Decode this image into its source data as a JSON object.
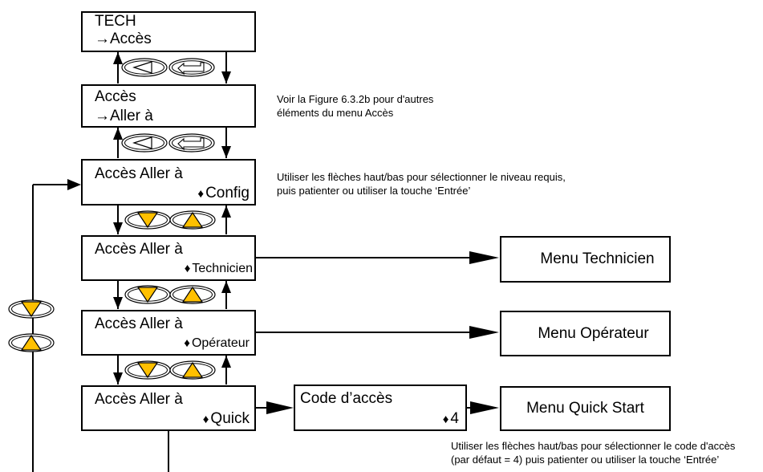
{
  "colors": {
    "key_fill": "#ffc000",
    "stroke": "#000000",
    "background": "#ffffff"
  },
  "boxes": {
    "tech": {
      "line1": "TECH",
      "line2": "→Accès"
    },
    "acces": {
      "line1": "Accès",
      "line2": "→Aller à"
    },
    "config": {
      "line1": "Accès Aller à",
      "value": "Config"
    },
    "technicien": {
      "line1": "Accès Aller à",
      "value": "Technicien"
    },
    "operateur": {
      "line1": "Accès Aller à",
      "value": "Opérateur"
    },
    "quick": {
      "line1": "Accès Aller à",
      "value": "Quick"
    },
    "code": {
      "line1": "Code d’accès",
      "value": "4"
    }
  },
  "updown_glyph": "♦",
  "menus": {
    "technicien": "Menu Technicien",
    "operateur": "Menu Opérateur",
    "quick_start": "Menu Quick Start"
  },
  "notes": {
    "acces_1": "Voir la Figure 6.3.2b pour d'autres",
    "acces_2": "éléments du menu Accès",
    "config_1": "Utiliser les flèches haut/bas pour sélectionner le niveau requis,",
    "config_2": "puis patienter ou utiliser la touche ‘Entrée’",
    "code_1": "Utiliser les flèches haut/bas pour sélectionner le code d'accès",
    "code_2": "(par défaut = 4) puis patienter ou utiliser la touche ‘Entrée’"
  },
  "keys": [
    "page-key-icon",
    "enter-key-icon",
    "down-arrow-key-icon",
    "up-arrow-key-icon"
  ]
}
